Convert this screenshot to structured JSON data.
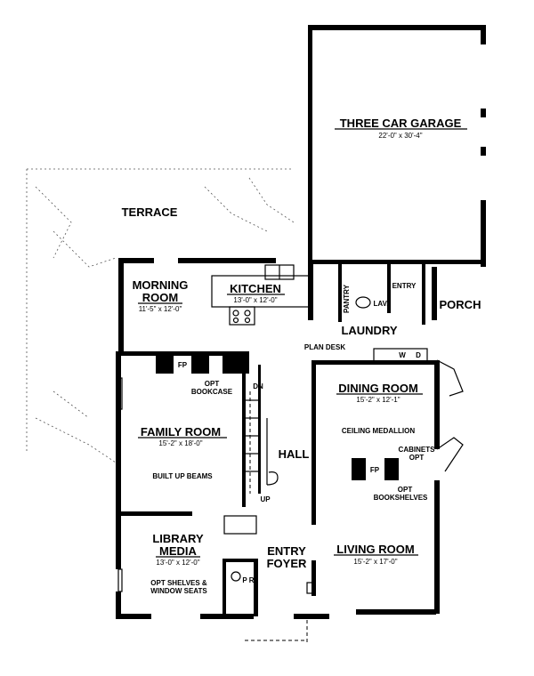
{
  "rooms": {
    "garage": {
      "name": "THREE CAR GARAGE",
      "size": "22'-0\" x 30'-4\""
    },
    "terrace": {
      "name": "TERRACE"
    },
    "morning": {
      "name1": "MORNING",
      "name2": "ROOM",
      "size": "11'-5\" x 12'-0\""
    },
    "kitchen": {
      "name": "KITCHEN",
      "size": "13'-0\" x 12'-0\""
    },
    "family": {
      "name": "FAMILY ROOM",
      "size": "15'-2\" x 18'-0\""
    },
    "dining": {
      "name": "DINING ROOM",
      "size": "15'-2\" x 12'-1\""
    },
    "library": {
      "name1": "LIBRARY",
      "name2": "MEDIA",
      "size": "13'-0\" x 12'-0\""
    },
    "living": {
      "name": "LIVING ROOM",
      "size": "15'-2\" x 17'-0\""
    },
    "hall": {
      "name": "HALL"
    },
    "foyer": {
      "name1": "ENTRY",
      "name2": "FOYER"
    },
    "laundry": {
      "name": "LAUNDRY"
    },
    "porch": {
      "name": "PORCH"
    },
    "pantry": {
      "name": "PANTRY"
    },
    "entry": {
      "name": "ENTRY"
    },
    "lav": {
      "name": "LAV."
    }
  },
  "notes": {
    "plan_desk": "PLAN DESK",
    "washer": "W",
    "dryer": "D",
    "fp_family": "FP",
    "fp_living": "FP",
    "opt_bookcase_1": "OPT",
    "opt_bookcase_2": "BOOKCASE",
    "dn": "DN",
    "up": "UP",
    "ceiling_medallion": "CEILING MEDALLION",
    "cabinets_1": "CABINETS",
    "cabinets_2": "OPT",
    "opt_bookshelves_1": "OPT",
    "opt_bookshelves_2": "BOOKSHELVES",
    "built_up_beams": "BUILT UP BEAMS",
    "opt_shelves_1": "OPT SHELVES &",
    "opt_shelves_2": "WINDOW SEATS",
    "pr": "P R"
  }
}
